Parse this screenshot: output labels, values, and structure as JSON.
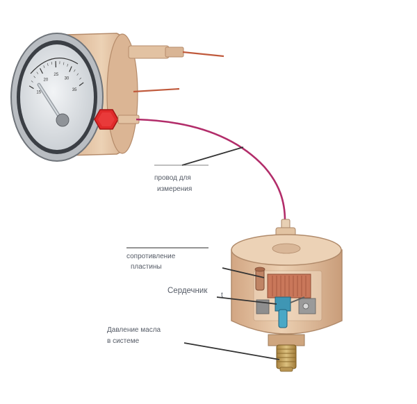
{
  "labels": {
    "wire_line1": "провод для",
    "wire_line2": "измерения",
    "plate_line1": "сопротивление",
    "plate_line2": "пластины",
    "core": "Сердечник",
    "core_mark": "t",
    "oil_line1": "Давление масла",
    "oil_line2": "в системе"
  },
  "gauge_ticks": [
    "15",
    "20",
    "25",
    "30",
    "35"
  ],
  "colors": {
    "body": "#e7c6a4",
    "body_shadow": "#c8a07e",
    "wire": "#b22d6a",
    "hex_nut": "#e02a2a",
    "resistor": "#c9775a",
    "core": "#4aa8c6",
    "brass": "#c9a05a",
    "label_text": "#555b66"
  }
}
